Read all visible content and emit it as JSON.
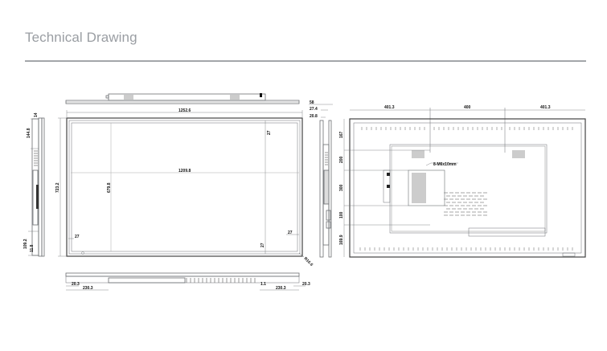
{
  "header": {
    "title": "Technical Drawing"
  },
  "drawing": {
    "line_color": "#6b6e72",
    "front_view": {
      "overall_width": "1252.6",
      "active_width": "1209.8",
      "overall_height": "723.2",
      "active_height": "679.8",
      "bezel_top": "27",
      "bezel_left": "27",
      "bezel_right": "27",
      "bezel_bottom": "27",
      "diagonal": "R16.6"
    },
    "depth_view": {
      "total": "58",
      "body": "27.4",
      "bezel": "20.8"
    },
    "left_side_view": {
      "top_offset": "14",
      "upper_port_span": "144.8",
      "lower_offset": "109.2",
      "lower_detail": "11.8"
    },
    "bottom_view": {
      "left_inset": "20.3",
      "left_span": "230.3",
      "right_span": "230.3",
      "right_inset": "20.3",
      "center_detail": "1.1"
    },
    "rear_view": {
      "left_segment": "401.3",
      "center_segment": "400",
      "right_segment": "401.3",
      "vertical_segments": [
        "167",
        "200",
        "300",
        "100",
        "169.9"
      ],
      "mount_label": "8-M6x10mm"
    }
  }
}
